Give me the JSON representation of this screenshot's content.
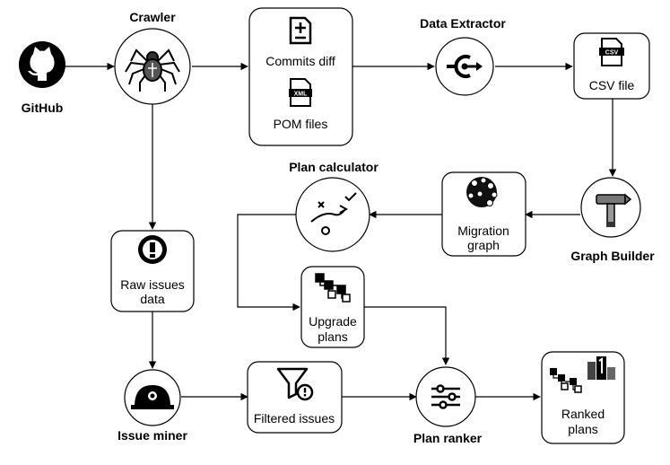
{
  "nodes": {
    "github": {
      "label": "GitHub"
    },
    "crawler": {
      "label": "Crawler"
    },
    "commits_pom": {
      "line1": "Commits diff",
      "line2": "POM files"
    },
    "pom_icon_text": "XML",
    "data_extractor": {
      "label": "Data Extractor"
    },
    "csv_file": {
      "label": "CSV file",
      "icon_text": "CSV"
    },
    "graph_builder": {
      "label": "Graph Builder"
    },
    "migration_graph": {
      "line1": "Migration",
      "line2": "graph"
    },
    "plan_calculator": {
      "label": "Plan calculator"
    },
    "upgrade_plans": {
      "line1": "Upgrade",
      "line2": "plans"
    },
    "raw_issues": {
      "line1": "Raw issues",
      "line2": "data"
    },
    "issue_miner": {
      "label": "Issue miner"
    },
    "filtered_issues": {
      "label": "Filtered issues"
    },
    "plan_ranker": {
      "label": "Plan ranker"
    },
    "ranked_plans": {
      "line1": "Ranked",
      "line2": "plans"
    }
  },
  "icons": {
    "github": "github-icon",
    "crawler": "spider-icon",
    "commits": "file-diff-icon",
    "pom": "xml-file-icon",
    "data_extractor": "extractor-icon",
    "csv": "csv-file-icon",
    "graph_builder": "hammer-icon",
    "migration_graph": "network-sphere-icon",
    "plan_calculator": "strategy-icon",
    "upgrade_plans": "tree-icon",
    "raw_issues": "exclamation-icon",
    "issue_miner": "miner-helmet-icon",
    "filtered_issues": "filter-warning-icon",
    "plan_ranker": "sliders-icon",
    "ranked_plans": "ranking-podium-icon"
  }
}
